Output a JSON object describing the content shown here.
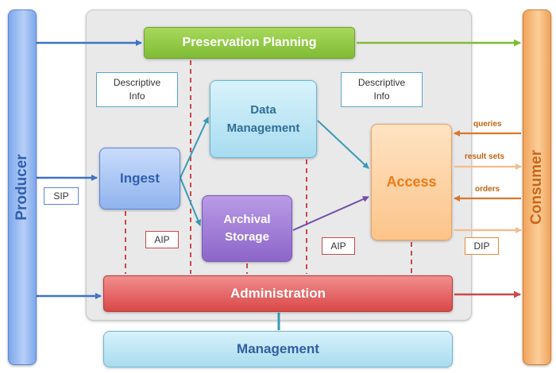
{
  "producer": {
    "label": "Producer"
  },
  "consumer": {
    "label": "Consumer"
  },
  "functions": {
    "preservation_planning": "Preservation Planning",
    "ingest": "Ingest",
    "data_management": {
      "line1": "Data",
      "line2": "Management"
    },
    "archival_storage": {
      "line1": "Archival",
      "line2": "Storage"
    },
    "access": "Access",
    "administration": "Administration",
    "management": "Management"
  },
  "info_boxes": [
    {
      "line1": "Descriptive",
      "line2": "Info"
    },
    {
      "line1": "Descriptive",
      "line2": "Info"
    }
  ],
  "packages": {
    "sip": "SIP",
    "aip_1": "AIP",
    "aip_2": "AIP",
    "dip": "DIP"
  },
  "consumer_flows": [
    "queries",
    "result sets",
    "orders"
  ],
  "colors": {
    "producer": "#7ea7ea",
    "consumer": "#f0a35a",
    "preservation_planning": "#8cc63f",
    "administration": "#d94848",
    "management": "#a9dcef",
    "ingest": "#90b3ee",
    "data_management": "#a7dcef",
    "archival_storage": "#8c66c9",
    "access": "#fcc48a"
  }
}
